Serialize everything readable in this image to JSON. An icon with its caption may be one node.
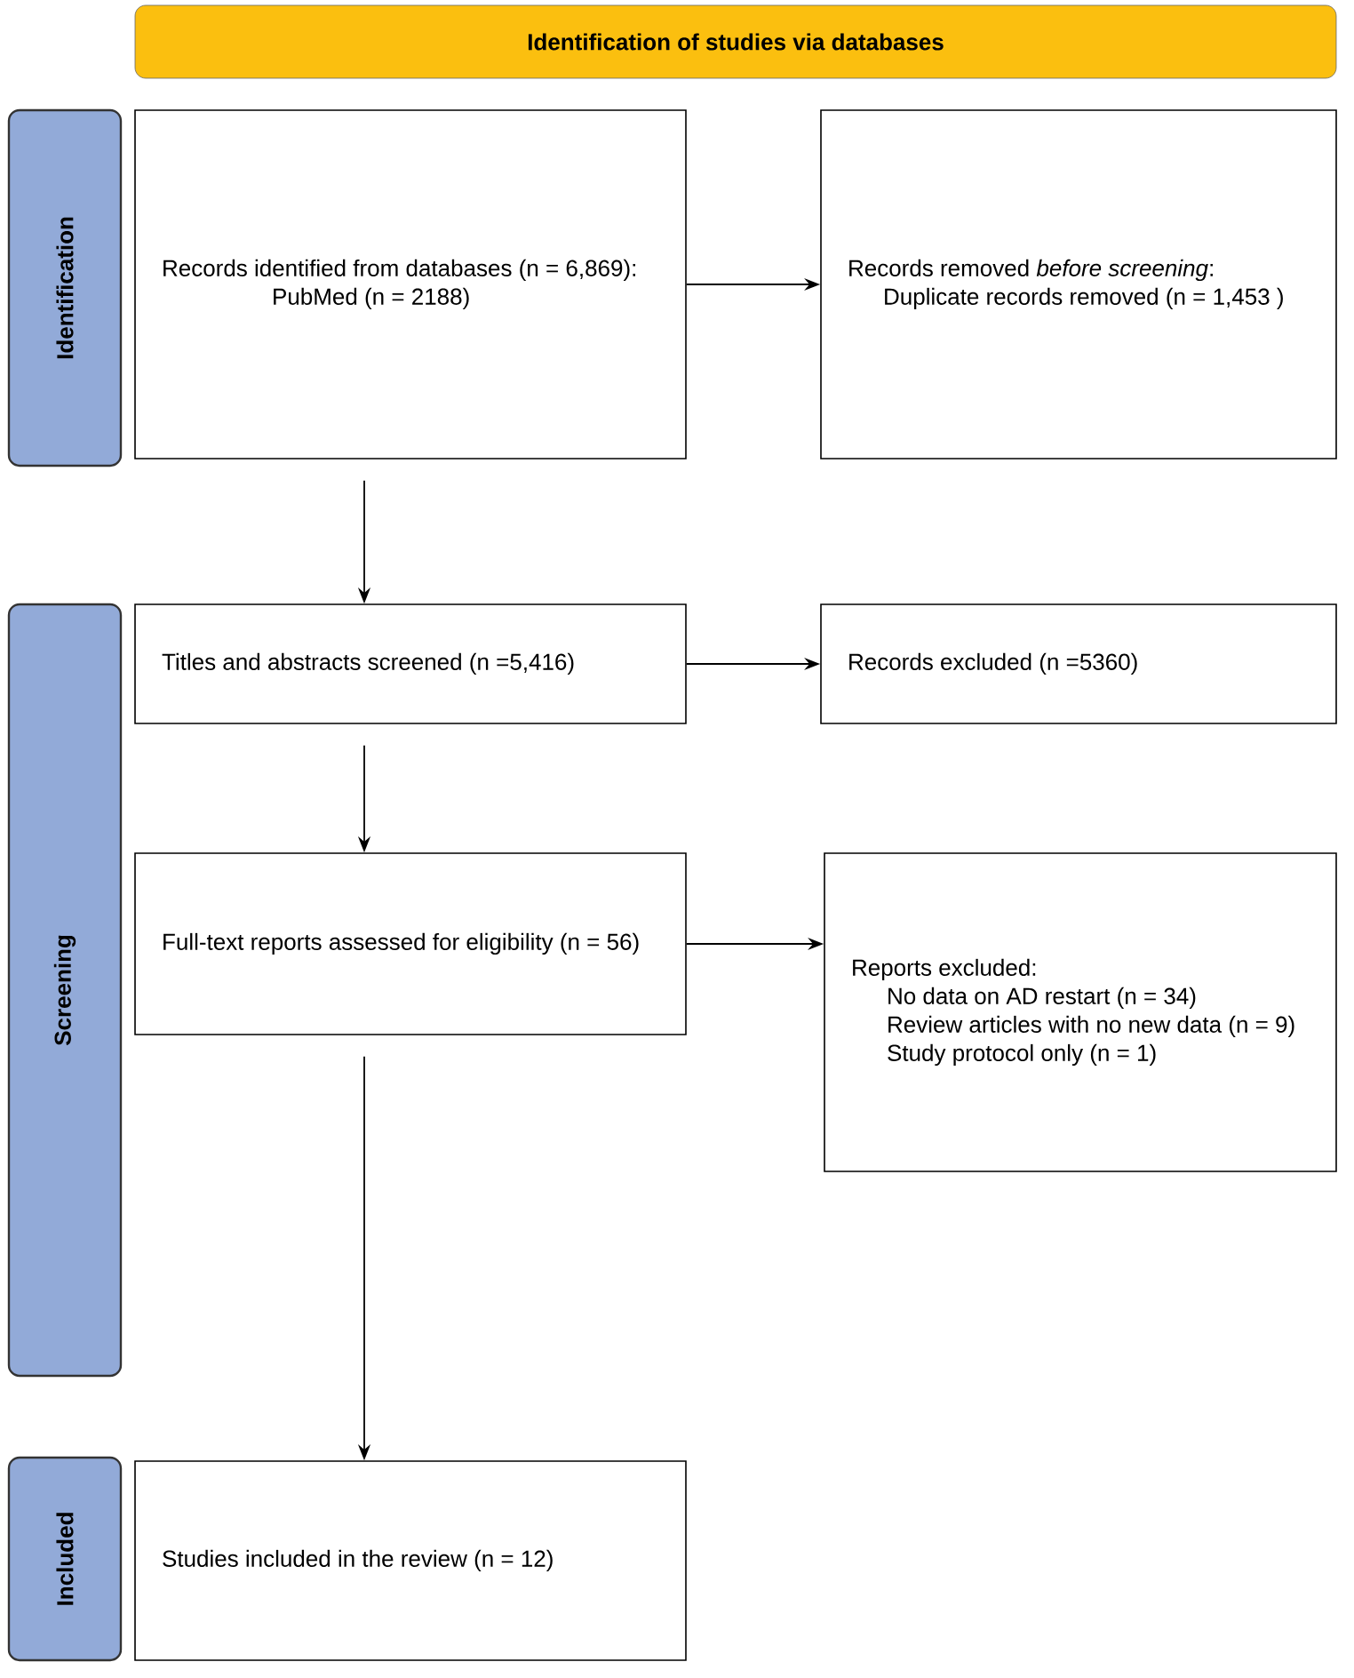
{
  "diagram": {
    "nodes": [
      {
        "text": [
          "Identification of studies via databases"
        ]
      },
      {
        "text": [
          "Identification"
        ]
      },
      {
        "text": [
          "Screening"
        ]
      },
      {
        "text": [
          "Included"
        ]
      },
      {
        "text": [
          "Records identified from databases (n = 6,869):",
          "PubMed (n = 2188)"
        ]
      },
      {
        "text": [
          "Records removed *before screening*:",
          "Duplicate records removed (n = 1,453 )"
        ]
      },
      {
        "text": [
          "Titles and abstracts screened (n =5,416)"
        ]
      },
      {
        "text": [
          "Records excluded (n =5360)"
        ]
      },
      {
        "text": [
          "Full-text reports assessed for eligibility (n = 56)"
        ]
      },
      {
        "text": [
          "Reports excluded:",
          "No data on AD restart (n = 34)",
          "Review articles with no new data (n = 9)",
          "Study protocol only (n = 1)"
        ]
      },
      {
        "text": [
          "Studies included in the review (n = 12)"
        ]
      }
    ],
    "edges": [
      {
        "from": 4,
        "to": 5,
        "arrow": "to"
      },
      {
        "from": 4,
        "to": 6,
        "arrow": "to"
      },
      {
        "from": 6,
        "to": 7,
        "arrow": "to"
      },
      {
        "from": 6,
        "to": 8,
        "arrow": "to"
      },
      {
        "from": 8,
        "to": 9,
        "arrow": "to"
      },
      {
        "from": 8,
        "to": 10,
        "arrow": "to"
      }
    ]
  }
}
